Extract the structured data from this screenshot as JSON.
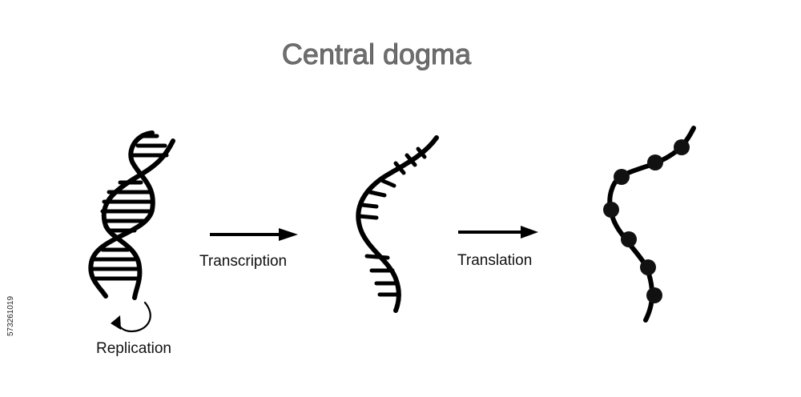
{
  "title": "Central dogma",
  "steps": {
    "replication": "Replication",
    "transcription": "Transcription",
    "translation": "Translation"
  },
  "side_id": "573261019",
  "colors": {
    "title_fill": "#6f6f6f",
    "ink": "#000000",
    "background": "#ffffff"
  },
  "icons": [
    "dna-double-helix-icon",
    "rna-single-strand-icon",
    "protein-chain-icon",
    "circular-arrow-icon"
  ]
}
